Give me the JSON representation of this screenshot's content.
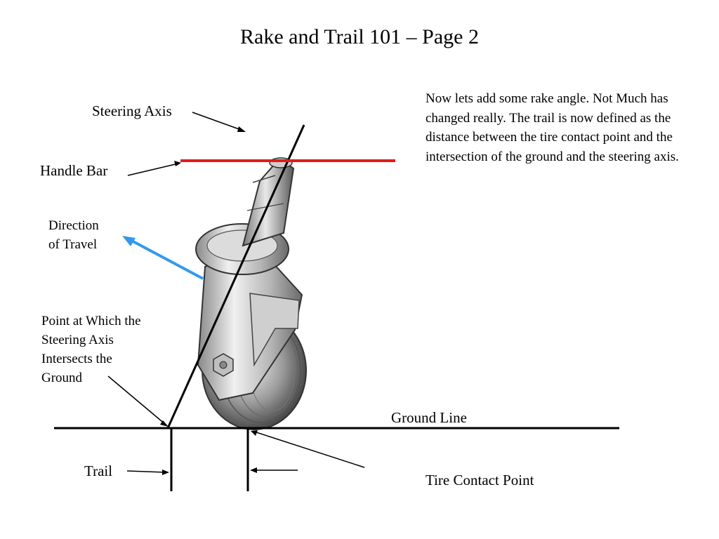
{
  "title": "Rake and Trail 101 – Page 2",
  "description": "Now lets add some rake angle. Not Much has changed really.  The trail is now defined as the distance between the tire contact point and the intersection of the ground and the steering axis.",
  "labels": {
    "steering_axis": "Steering Axis",
    "handle_bar": "Handle Bar",
    "direction_of_travel": [
      "Direction",
      "of Travel"
    ],
    "intersection_point": [
      "Point at Which the",
      "Steering Axis",
      "Intersects the",
      "Ground"
    ],
    "ground_line": "Ground Line",
    "trail": "Trail",
    "tire_contact_point": "Tire Contact Point"
  },
  "colors": {
    "handle_bar": "#e41b1b",
    "direction_arrow": "#3399ee",
    "lines": "#000000"
  }
}
